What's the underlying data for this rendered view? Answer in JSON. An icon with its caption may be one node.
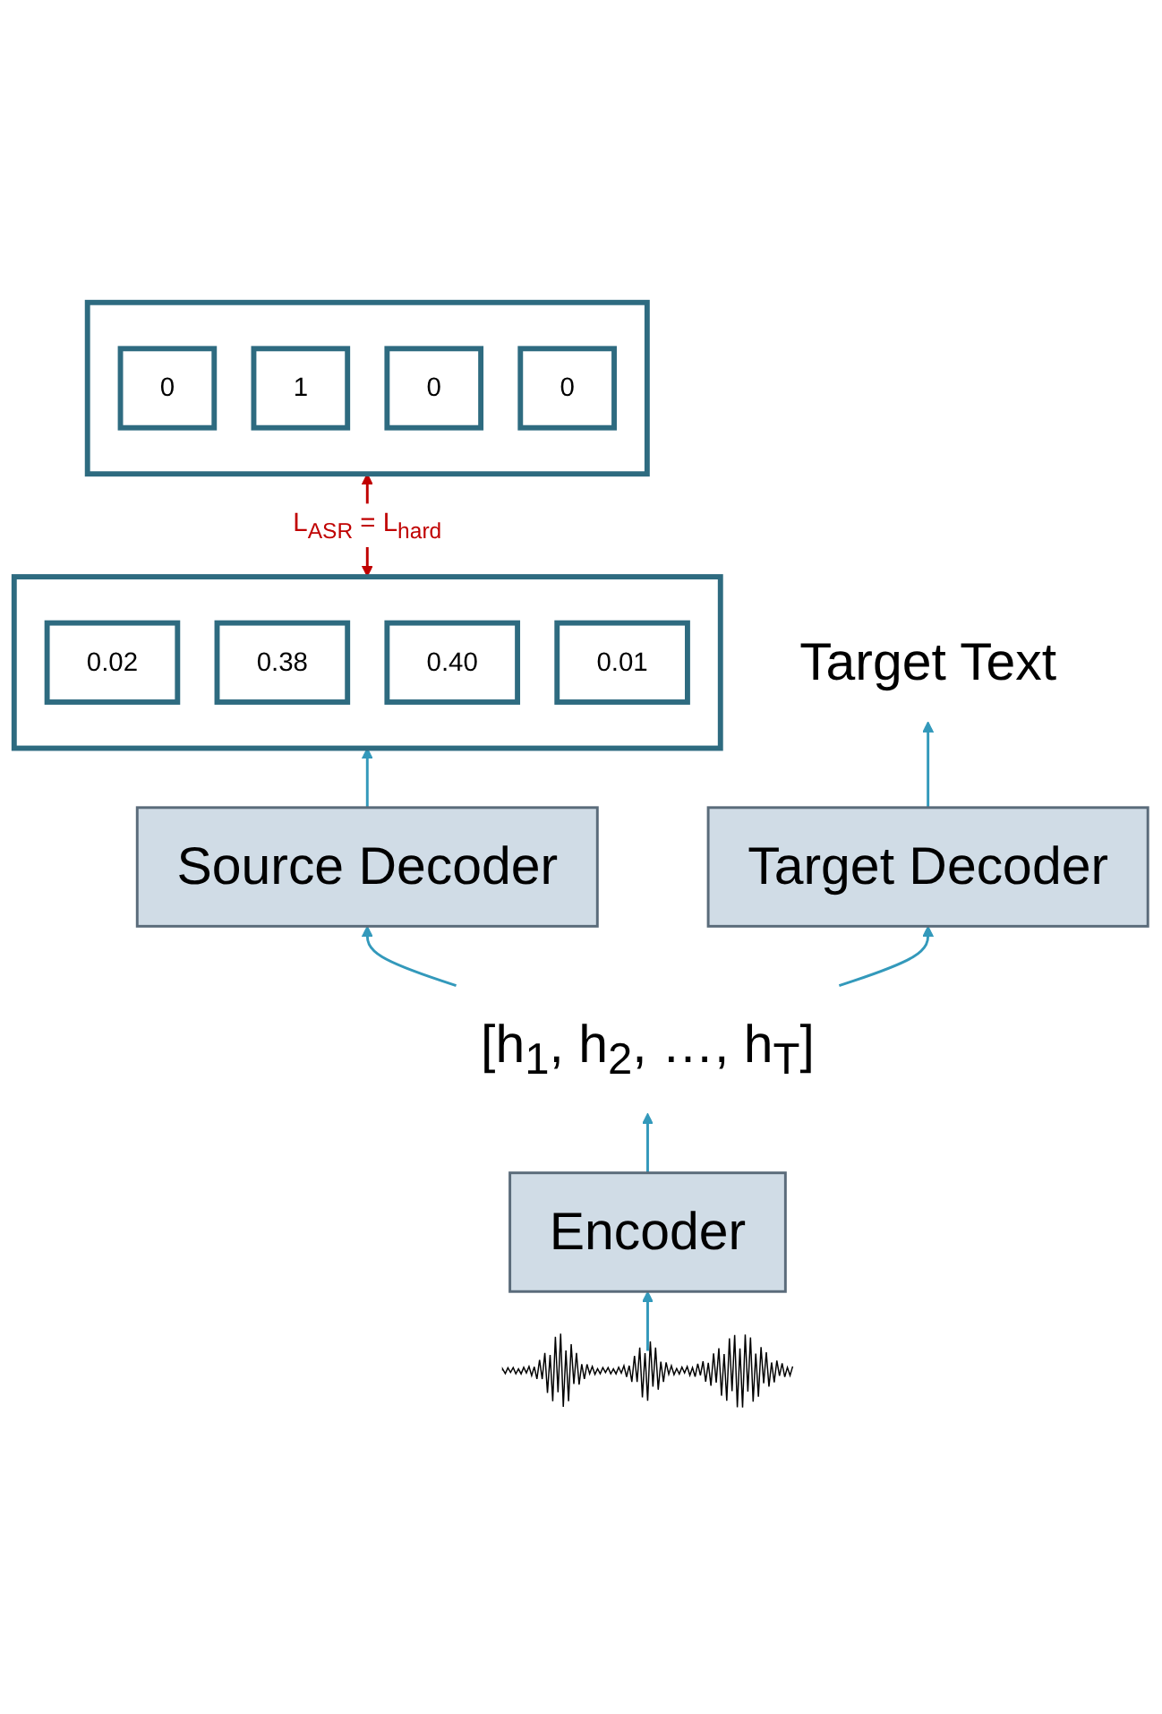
{
  "diagram": {
    "nodes": [
      {
        "text": [],
        "shape": "bar"
      },
      {
        "text": [
          "0"
        ],
        "in": 0
      },
      {
        "text": [
          "1"
        ],
        "in": 0
      },
      {
        "text": [
          "0"
        ],
        "in": 0
      },
      {
        "text": [
          "0"
        ],
        "in": 0
      },
      {
        "text": [],
        "shape": "bar"
      },
      {
        "text": [
          "0.02"
        ],
        "in": 5
      },
      {
        "text": [
          "0.38"
        ],
        "in": 5
      },
      {
        "text": [
          "0.40"
        ],
        "in": 5
      },
      {
        "text": [
          "0.01"
        ],
        "in": 5
      },
      {
        "text": [
          "Target Text"
        ]
      },
      {
        "text": [
          "Source Decoder"
        ]
      },
      {
        "text": [
          "Target Decoder"
        ]
      },
      {
        "text": [
          "[h$_{1}$, h$_{2}$, …, h$_{T}$]"
        ]
      },
      {
        "text": [
          "Encoder"
        ]
      },
      {
        "text": [],
        "shape": "picture"
      }
    ],
    "edges": [
      {
        "from": 15,
        "to": 14,
        "arrow": "to"
      },
      {
        "from": 14,
        "to": 13,
        "arrow": "to"
      },
      {
        "from": 13,
        "to": 11,
        "arrow": "to"
      },
      {
        "from": 13,
        "to": 12,
        "arrow": "to"
      },
      {
        "from": 11,
        "to": 5,
        "arrow": "to"
      },
      {
        "from": 12,
        "to": 10,
        "arrow": "to"
      },
      {
        "from": 5,
        "to": 0,
        "arrow": "both",
        "label": "L$_{ASR}$ = L$_{hard}$",
        "color": "#c00000"
      }
    ]
  }
}
